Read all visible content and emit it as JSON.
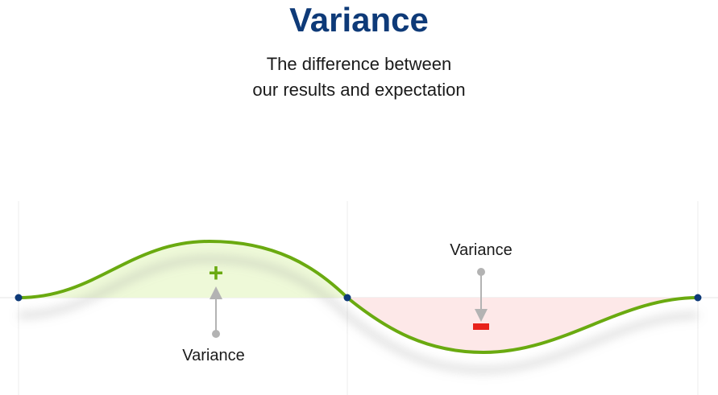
{
  "title": "Variance",
  "subtitle": {
    "line1": "The difference between",
    "line2": "our results and expectation"
  },
  "annotations": {
    "positive_label": "Variance",
    "negative_label": "Variance",
    "positive_sign": "+",
    "negative_sign": "−"
  },
  "colors": {
    "title": "#0e3a78",
    "curve": "#6aaa10",
    "positive_fill": "#eef9d8",
    "negative_fill": "#fde8e8",
    "plus_sign": "#6aaa10",
    "minus_sign": "#e8221b",
    "endpoint": "#0e3a78",
    "pointer": "#b3b3b3",
    "grid": "#e6e6e6"
  }
}
